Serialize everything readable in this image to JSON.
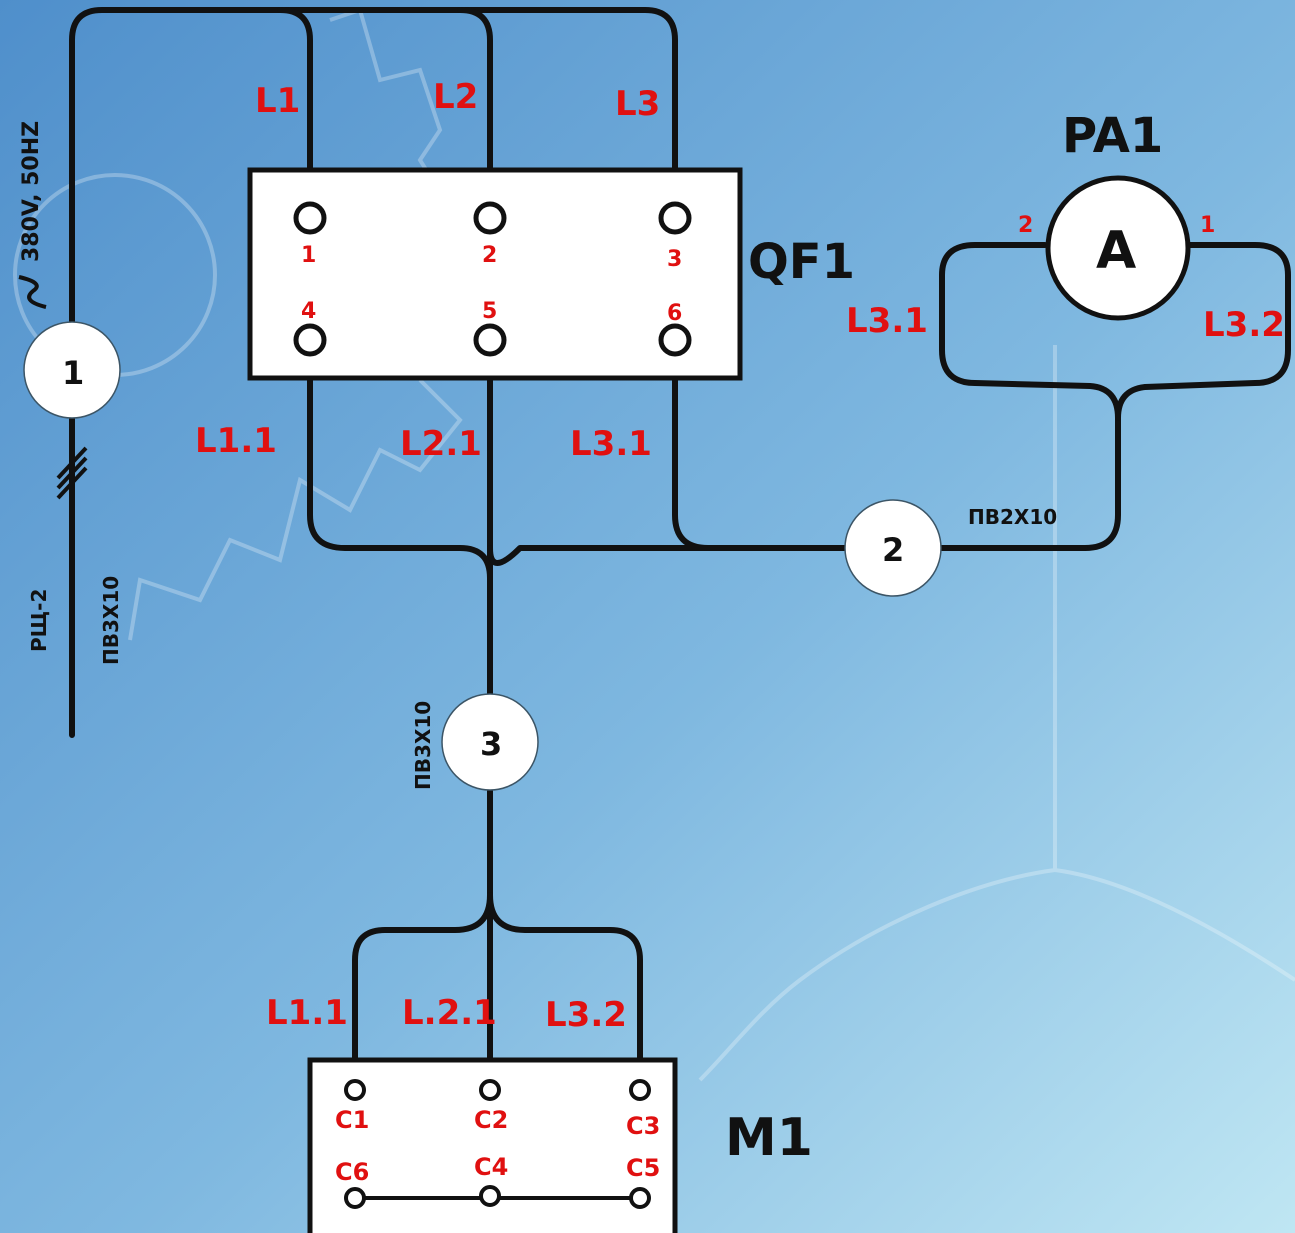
{
  "supply": {
    "spec": "380V, 50HZ",
    "source": "РЩ-2",
    "cable": "ПВ3Х10"
  },
  "phases": [
    "L1",
    "L2",
    "L3"
  ],
  "breaker": {
    "name": "QF1",
    "terminals_top": [
      "1",
      "2",
      "3"
    ],
    "terminals_bottom": [
      "4",
      "5",
      "6"
    ],
    "out_labels": [
      "L1.1",
      "L2.1",
      "L3.1"
    ]
  },
  "ammeter": {
    "name": "PA1",
    "symbol": "A",
    "terminal_left": "2",
    "terminal_right": "1",
    "label_left": "L3.1",
    "label_right": "L3.2",
    "cable": "ПВ2Х10"
  },
  "cable_nodes": [
    "1",
    "2",
    "3"
  ],
  "cable3": "ПВ3Х10",
  "motor": {
    "name": "M1",
    "in_labels": [
      "L1.1",
      "L.2.1",
      "L3.2"
    ],
    "terminals_top": [
      "C1",
      "C2",
      "C3"
    ],
    "terminals_bottom": [
      "C6",
      "C4",
      "C5"
    ]
  },
  "colors": {
    "label": "#e01010",
    "line": "#111111",
    "bg_top": "#4f8fcb",
    "bg_bottom": "#bfe6f3"
  },
  "icons": {
    "ac": "tilde-icon"
  }
}
